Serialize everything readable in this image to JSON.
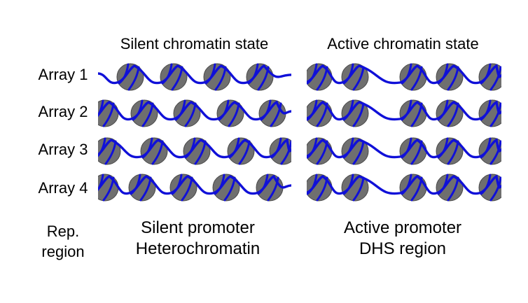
{
  "headers": {
    "silent": "Silent chromatin state",
    "active": "Active chromatin state"
  },
  "rows": [
    "Array 1",
    "Array 2",
    "Array 3",
    "Array 4"
  ],
  "footer": {
    "rep_line1": "Rep.",
    "rep_line2": "region",
    "silent_line1": "Silent promoter",
    "silent_line2": "Heterochromatin",
    "active_line1": "Active promoter",
    "active_line2": "DHS region"
  },
  "colors": {
    "nucleosome": "#6f6f6f",
    "nucleosome_outline": "#4a4a4a",
    "dna": "#1010d8"
  }
}
